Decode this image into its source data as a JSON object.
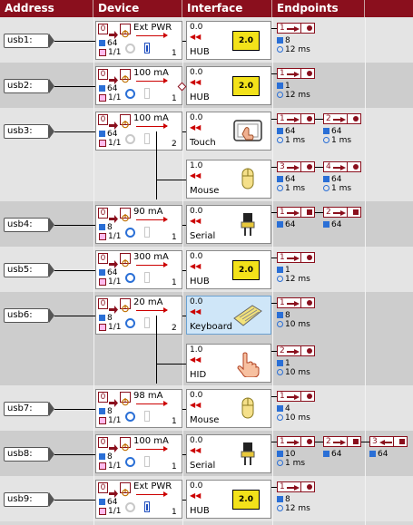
{
  "header": {
    "columns": [
      "Address",
      "Device",
      "Interface",
      "Endpoints"
    ]
  },
  "colors": {
    "header_bg": "#8a0f1d",
    "accent": "#2a6fd6",
    "endpoint": "#8a0f1d",
    "hub_yellow": "#f3e21a"
  },
  "rows": [
    {
      "addr": "usb1:",
      "ports_a": "0",
      "ports_b": "1",
      "power": "Ext PWR",
      "count": "64",
      "config": "1/1",
      "dev_num": "1",
      "battery": true,
      "clock_active": false,
      "ifaces": [
        {
          "ver": "0.0",
          "name": "HUB",
          "icon": "hub-icon",
          "hub_label": "2.0",
          "selected": false,
          "eps": [
            {
              "num": "1",
              "kind": "dot",
              "size": "8",
              "interval": "12 ms"
            }
          ]
        }
      ]
    },
    {
      "addr": "usb2:",
      "ports_a": "0",
      "ports_b": "1",
      "power": "100 mA",
      "count": "64",
      "config": "1/1",
      "dev_num": "1",
      "battery": false,
      "clock_active": true,
      "ifaces": [
        {
          "ver": "0.0",
          "name": "HUB",
          "icon": "hub-icon",
          "hub_label": "2.0",
          "selected": false,
          "eps": [
            {
              "num": "1",
              "kind": "dot",
              "size": "1",
              "interval": "12 ms"
            }
          ]
        }
      ]
    },
    {
      "addr": "usb3:",
      "ports_a": "0",
      "ports_b": "1",
      "power": "100 mA",
      "count": "64",
      "config": "1/1",
      "dev_num": "2",
      "battery": false,
      "clock_active": false,
      "ifaces": [
        {
          "ver": "0.0",
          "name": "Touch",
          "icon": "touchpad-icon",
          "hub_label": "",
          "selected": false,
          "eps": [
            {
              "num": "1",
              "kind": "dot",
              "size": "64",
              "interval": "1 ms"
            },
            {
              "num": "2",
              "kind": "dot",
              "size": "64",
              "interval": "1 ms"
            }
          ]
        },
        {
          "ver": "1.0",
          "name": "Mouse",
          "icon": "mouse-icon",
          "hub_label": "",
          "selected": false,
          "eps": [
            {
              "num": "3",
              "kind": "dot",
              "size": "64",
              "interval": "1 ms"
            },
            {
              "num": "4",
              "kind": "dot",
              "size": "64",
              "interval": "1 ms"
            }
          ]
        }
      ]
    },
    {
      "addr": "usb4:",
      "ports_a": "0",
      "ports_b": "1",
      "power": "90 mA",
      "count": "8",
      "config": "1/1",
      "dev_num": "1",
      "battery": false,
      "clock_active": true,
      "ifaces": [
        {
          "ver": "0.0",
          "name": "Serial",
          "icon": "serial-plug-icon",
          "hub_label": "",
          "selected": false,
          "eps": [
            {
              "num": "1",
              "kind": "blk",
              "size": "64",
              "interval": ""
            },
            {
              "num": "2",
              "kind": "blk",
              "size": "64",
              "interval": ""
            }
          ]
        }
      ]
    },
    {
      "addr": "usb5:",
      "ports_a": "0",
      "ports_b": "1",
      "power": "300 mA",
      "count": "64",
      "config": "1/1",
      "dev_num": "1",
      "battery": false,
      "clock_active": true,
      "ifaces": [
        {
          "ver": "0.0",
          "name": "HUB",
          "icon": "hub-icon",
          "hub_label": "2.0",
          "selected": false,
          "eps": [
            {
              "num": "1",
              "kind": "dot",
              "size": "1",
              "interval": "12 ms"
            }
          ]
        }
      ]
    },
    {
      "addr": "usb6:",
      "ports_a": "0",
      "ports_b": "1",
      "power": "20 mA",
      "count": "8",
      "config": "1/1",
      "dev_num": "2",
      "battery": false,
      "clock_active": true,
      "ifaces": [
        {
          "ver": "0.0",
          "name": "Keyboard",
          "icon": "keyboard-icon",
          "hub_label": "",
          "selected": true,
          "eps": [
            {
              "num": "1",
              "kind": "dot",
              "size": "8",
              "interval": "10 ms"
            }
          ]
        },
        {
          "ver": "1.0",
          "name": "HID",
          "icon": "hand-pointer-icon",
          "hub_label": "",
          "selected": false,
          "eps": [
            {
              "num": "2",
              "kind": "dot",
              "size": "1",
              "interval": "10 ms"
            }
          ]
        }
      ]
    },
    {
      "addr": "usb7:",
      "ports_a": "0",
      "ports_b": "1",
      "power": "98 mA",
      "count": "8",
      "config": "1/1",
      "dev_num": "1",
      "battery": false,
      "clock_active": true,
      "ifaces": [
        {
          "ver": "0.0",
          "name": "Mouse",
          "icon": "mouse-icon",
          "hub_label": "",
          "selected": false,
          "eps": [
            {
              "num": "1",
              "kind": "dot",
              "size": "4",
              "interval": "10 ms"
            }
          ]
        }
      ]
    },
    {
      "addr": "usb8:",
      "ports_a": "0",
      "ports_b": "1",
      "power": "100 mA",
      "count": "8",
      "config": "1/1",
      "dev_num": "1",
      "battery": false,
      "clock_active": true,
      "ifaces": [
        {
          "ver": "0.0",
          "name": "Serial",
          "icon": "serial-plug-icon",
          "hub_label": "",
          "selected": false,
          "eps": [
            {
              "num": "1",
              "kind": "dot",
              "size": "10",
              "interval": "1 ms"
            },
            {
              "num": "2",
              "kind": "blk",
              "size": "64",
              "interval": ""
            },
            {
              "num": "3",
              "kind": "blkl",
              "size": "64",
              "interval": ""
            }
          ]
        }
      ]
    },
    {
      "addr": "usb9:",
      "ports_a": "0",
      "ports_b": "1",
      "power": "Ext PWR",
      "count": "64",
      "config": "1/1",
      "dev_num": "1",
      "battery": true,
      "clock_active": false,
      "ifaces": [
        {
          "ver": "0.0",
          "name": "HUB",
          "icon": "hub-icon",
          "hub_label": "2.0",
          "selected": false,
          "eps": [
            {
              "num": "1",
              "kind": "dot",
              "size": "8",
              "interval": "12 ms"
            }
          ]
        }
      ]
    }
  ]
}
